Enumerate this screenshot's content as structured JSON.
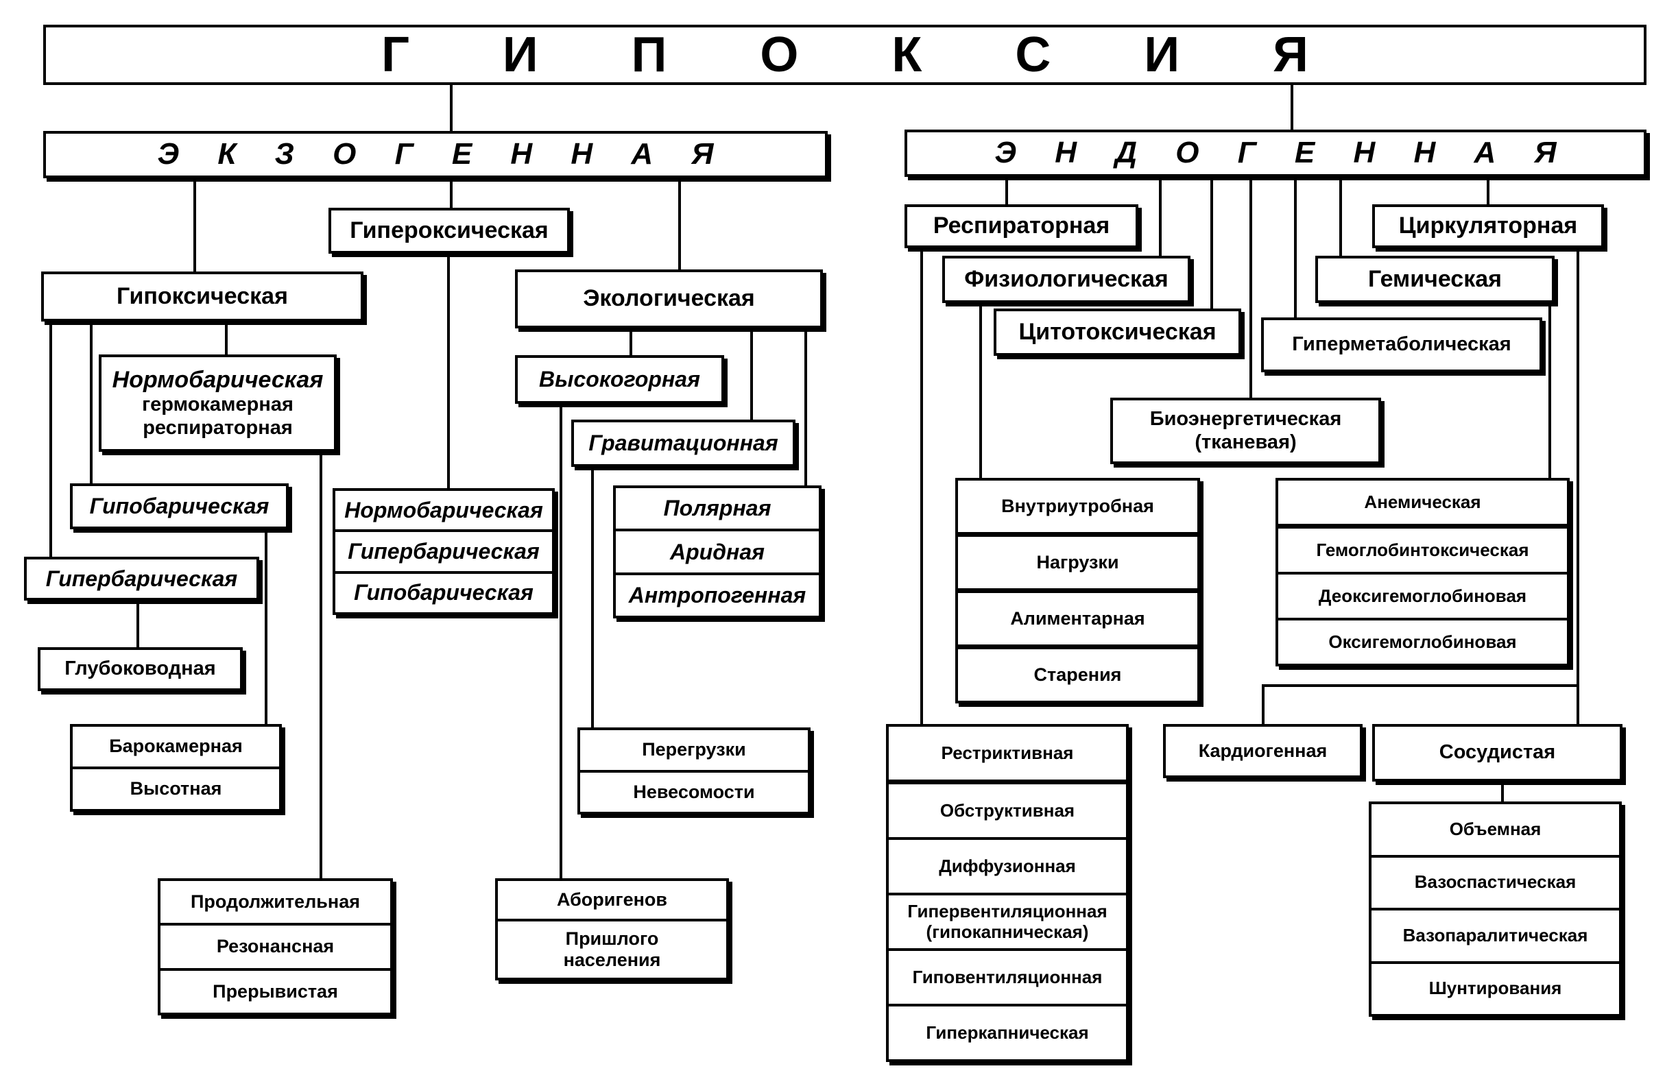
{
  "title": "Г И П О К С И Я",
  "exogenous": {
    "header": "Э К З О Г Е Н Н А Я",
    "hyperoxic": "Гипероксическая",
    "hypoxic": "Гипоксическая",
    "ecological": "Экологическая",
    "normobaric_main": {
      "line1": "Нормобарическая",
      "line2": "гермокамерная",
      "line3": "респираторная"
    },
    "hypobaric": "Гипобарическая",
    "hyperbaric": "Гипербарическая",
    "deepwater": "Глубоководная",
    "barochamber_group": [
      "Барокамерная",
      "Высотная"
    ],
    "duration_group": [
      "Продолжительная",
      "Резонансная",
      "Прерывистая"
    ],
    "hyperoxic_group": [
      "Нормобарическая",
      "Гипербарическая",
      "Гипобарическая"
    ],
    "highland": "Высокогорная",
    "gravitational": "Гравитационная",
    "ecological_group": [
      "Полярная",
      "Аридная",
      "Антропогенная"
    ],
    "gravity_group": [
      "Перегрузки",
      "Невесомости"
    ],
    "population_group": {
      "item1": "Аборигенов",
      "item2_line1": "Пришлого",
      "item2_line2": "населения"
    }
  },
  "endogenous": {
    "header": "Э Н Д О Г Е Н Н А Я",
    "respiratory": "Респираторная",
    "circulatory": "Циркуляторная",
    "physiological": "Физиологическая",
    "hemic": "Гемическая",
    "cytotoxic": "Цитотоксическая",
    "hypermetabolic": "Гиперметаболическая",
    "bioenergetic": {
      "line1": "Биоэнергетическая",
      "line2": "(тканевая)"
    },
    "physiological_group": [
      "Внутриутробная",
      "Нагрузки",
      "Алиментарная",
      "Старения"
    ],
    "hemic_group": [
      "Анемическая",
      "Гемоглобинтоксическая",
      "Деоксигемоглобиновая",
      "Оксигемоглобиновая"
    ],
    "respiratory_group": {
      "items": [
        "Рестриктивная",
        "Обструктивная",
        "Диффузионная"
      ],
      "hyperventilation_line1": "Гипервентиляционная",
      "hyperventilation_line2": "(гипокапническая)",
      "items2": [
        "Гиповентиляционная",
        "Гиперкапническая"
      ]
    },
    "cardiogenic": "Кардиогенная",
    "vascular": "Сосудистая",
    "vascular_group": [
      "Объемная",
      "Вазоспастическая",
      "Вазопаралитическая",
      "Шунтирования"
    ]
  }
}
